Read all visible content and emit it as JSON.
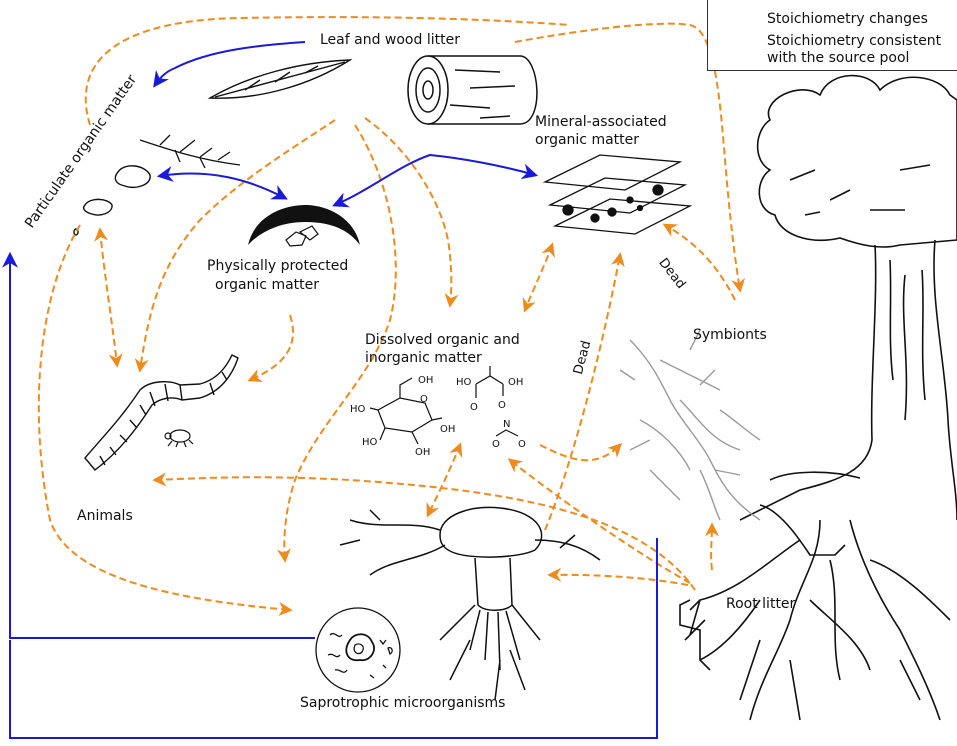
{
  "legend": {
    "changes": "Stoichiometry changes",
    "consistent_line1": "Stoichiometry consistent",
    "consistent_line2": "with the source pool",
    "changes_color": "#f08a1c",
    "consistent_color": "#1a1adb"
  },
  "labels": {
    "leaf_wood_litter": "Leaf and wood litter",
    "particulate": "Particulate organic matter",
    "mineral_line1": "Mineral-associated",
    "mineral_line2": "organic matter",
    "physically_line1": "Physically protected",
    "physically_line2": "organic matter",
    "dissolved_line1": "Dissolved organic and",
    "dissolved_line2": "inorganic matter",
    "symbionts": "Symbionts",
    "animals": "Animals",
    "root_litter": "Root litter",
    "saprotrophic": "Saprotrophic microorganisms",
    "dead_1": "Dead",
    "dead_2": "Dead"
  },
  "chem": {
    "oh": "OH",
    "ho": "HO",
    "o": "O",
    "n": "N",
    "ho_oxalic": "HO",
    "oh_oxalic": "OH",
    "o_nitrite": "O",
    "n_nitrite": "N"
  },
  "icons": [
    "leaf-icon",
    "log-icon",
    "mineral-sheets-icon",
    "aggregate-icon",
    "worm-icon",
    "mite-icon",
    "glucose-structure-icon",
    "oxalic-acid-icon",
    "nitrite-icon",
    "mushroom-icon",
    "microbe-circle-icon",
    "tree-icon",
    "mycorrhiza-icon"
  ]
}
